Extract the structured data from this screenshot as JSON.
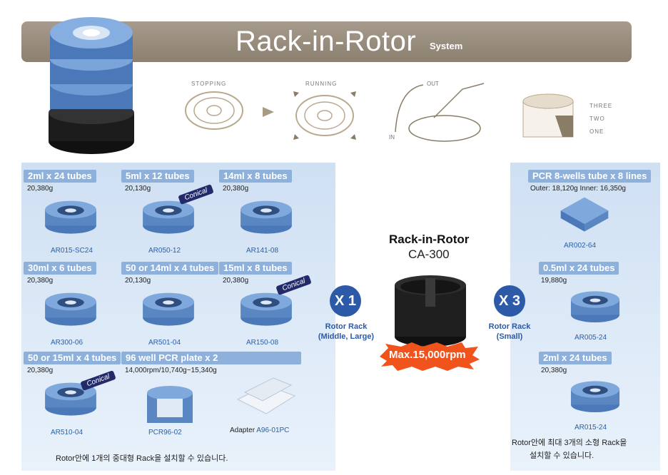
{
  "header": {
    "title": "Rack-in-Rotor",
    "subtitle": "System"
  },
  "diagram": {
    "stopping": "STOPPING",
    "running": "RUNNING",
    "out": "OUT",
    "in": "IN",
    "three": "THREE",
    "two": "TWO",
    "one": "ONE"
  },
  "center": {
    "title": "Rack-in-Rotor",
    "model": "CA-300",
    "speed": "Max.15,000rpm"
  },
  "left_badge": {
    "mult": "X 1",
    "text1": "Rotor Rack",
    "text2": "(Middle, Large)"
  },
  "right_badge": {
    "mult": "X 3",
    "text1": "Rotor Rack",
    "text2": "(Small)"
  },
  "left_racks": [
    {
      "label": "2ml x 24 tubes",
      "spec": "20,380g",
      "code": "AR015-SC24"
    },
    {
      "label": "5ml x 12 tubes",
      "spec": "20,130g",
      "code": "AR050-12",
      "tag": "Conical"
    },
    {
      "label": "14ml x 8 tubes",
      "spec": "20,380g",
      "code": "AR141-08"
    },
    {
      "label": "30ml x 6 tubes",
      "spec": "20,380g",
      "code": "AR300-06"
    },
    {
      "label": "50 or 14ml x 4 tubes",
      "spec": "20,130g",
      "code": "AR501-04"
    },
    {
      "label": "15ml x 8 tubes",
      "spec": "20,380g",
      "code": "AR150-08",
      "tag": "Conical"
    },
    {
      "label": "50 or 15ml x 4 tubes",
      "spec": "20,380g",
      "code": "AR510-04",
      "tag": "Conical"
    },
    {
      "label": "96 well PCR plate x 2",
      "spec": "14,000rpm/10,740g~15,340g",
      "code": "PCR96-02"
    }
  ],
  "adapter": {
    "prefix": "Adapter ",
    "code": "A96-01PC"
  },
  "right_racks": [
    {
      "label": "PCR 8-wells tube x 8 lines",
      "spec": "Outer: 18,120g  Inner: 16,350g",
      "code": "AR002-64"
    },
    {
      "label": "0.5ml x 24 tubes",
      "spec": "19,880g",
      "code": "AR005-24"
    },
    {
      "label": "2ml x 24 tubes",
      "spec": "20,380g",
      "code": "AR015-24"
    }
  ],
  "notes": {
    "left": "Rotor안에 1개의 중대형 Rack을 설치할 수 있습니다.",
    "right1": "Rotor안에 최대 3개의 소형 Rack을",
    "right2": "설치할 수 있습니다."
  }
}
